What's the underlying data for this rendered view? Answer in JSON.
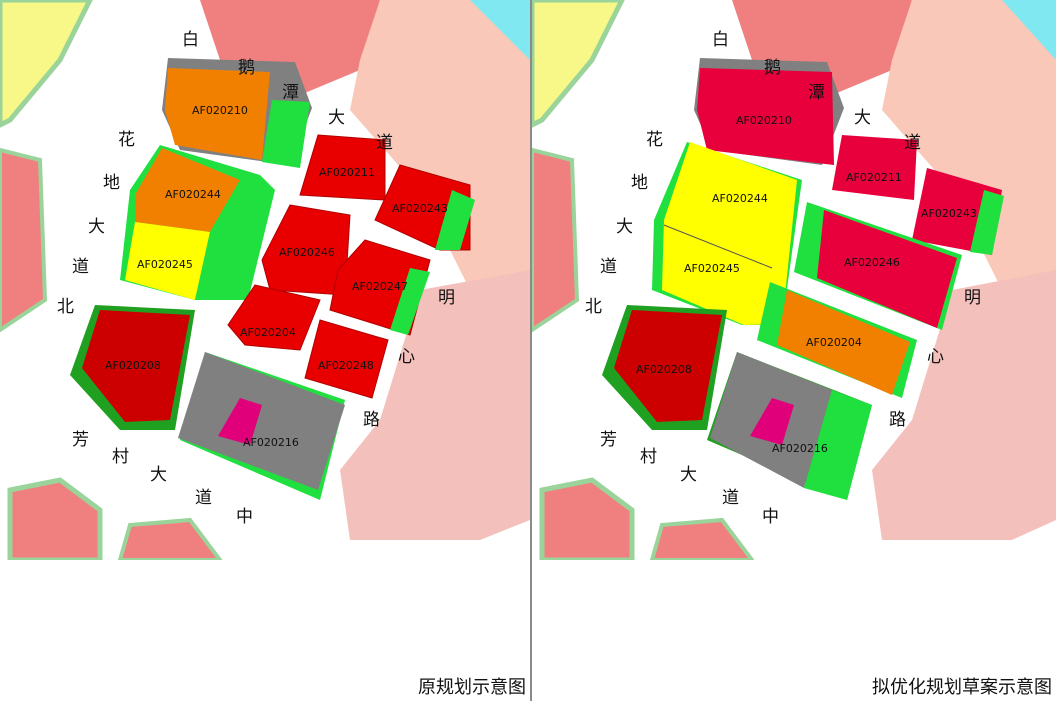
{
  "colors": {
    "road": "#ffffff",
    "background_pink": "#f4c0bc",
    "background_salmon": "#f9c8b8",
    "commercial_red": "#f08080",
    "residential_red": "#e80000",
    "dark_red": "#cc0000",
    "crimson": "#e8003c",
    "orange": "#f28000",
    "yellow": "#ffff00",
    "green": "#20e040",
    "dark_green": "#20a020",
    "gray": "#808080",
    "magenta": "#e0007a",
    "cyan": "#80e8f0",
    "pale_yellow": "#f8f888"
  },
  "roads": {
    "top": [
      "白",
      "鹅",
      "潭",
      "大",
      "道"
    ],
    "left": [
      "花",
      "地",
      "大",
      "道",
      "北"
    ],
    "right": [
      "明",
      "心",
      "路"
    ],
    "bottom": [
      "芳",
      "村",
      "大",
      "道",
      "中"
    ]
  },
  "panels": [
    {
      "caption": "原规划示意图",
      "lots": {
        "AF020210": "AF020210",
        "AF020211": "AF020211",
        "AF020243": "AF020243",
        "AF020244": "AF020244",
        "AF020245": "AF020245",
        "AF020246": "AF020246",
        "AF020247": "AF020247",
        "AF020204": "AF020204",
        "AF020248": "AF020248",
        "AF020208": "AF020208",
        "AF020216": "AF020216"
      }
    },
    {
      "caption": "拟优化规划草案示意图",
      "lots": {
        "AF020210": "AF020210",
        "AF020211": "AF020211",
        "AF020243": "AF020243",
        "AF020244": "AF020244",
        "AF020245": "AF020245",
        "AF020246": "AF020246",
        "AF020204": "AF020204",
        "AF020208": "AF020208",
        "AF020216": "AF020216"
      }
    }
  ]
}
